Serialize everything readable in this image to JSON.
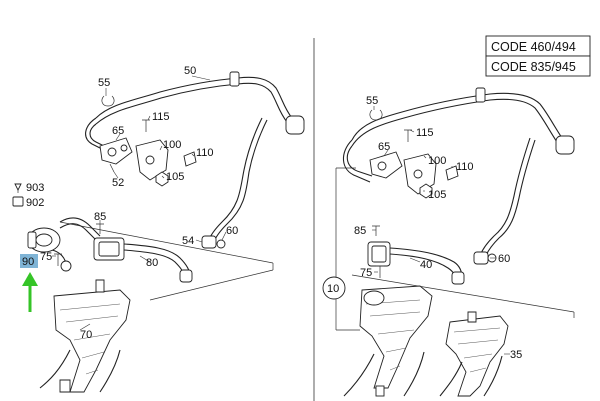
{
  "code_boxes": [
    "CODE 460/494",
    "CODE 835/945"
  ],
  "left_callouts": {
    "c50": "50",
    "c55": "55",
    "c115": "115",
    "c65": "65",
    "c100": "100",
    "c110": "110",
    "c52": "52",
    "c105": "105",
    "c903": "903",
    "c902": "902",
    "c85": "85",
    "c54": "54",
    "c60": "60",
    "c90": "90",
    "c80": "80",
    "c75": "75",
    "c70": "70"
  },
  "right_callouts": {
    "c55": "55",
    "c115": "115",
    "c65": "65",
    "c100": "100",
    "c110": "110",
    "c105": "105",
    "c85": "85",
    "c40": "40",
    "c60": "60",
    "c75": "75",
    "c10": "10",
    "c35": "35"
  },
  "highlight": {
    "part": "90",
    "color": "#7fb4d6",
    "arrow_color": "#35c427"
  }
}
